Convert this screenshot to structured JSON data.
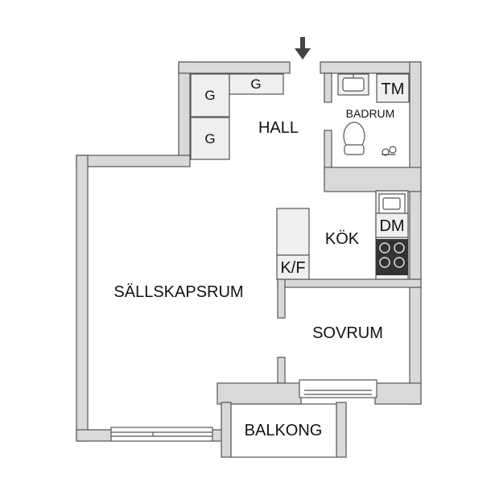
{
  "plan": {
    "rooms": {
      "hall": "HALL",
      "badrum": "BADRUM",
      "kok": "KÖK",
      "sallskapsrum": "SÄLLSKAPSRUM",
      "sovrum": "SOVRUM",
      "balkong": "BALKONG"
    },
    "fixtures": {
      "wardrobe_g1": "G",
      "wardrobe_g2": "G",
      "wardrobe_g3": "G",
      "washing_machine": "TM",
      "dishwasher": "DM",
      "fridge_freezer": "K/F"
    },
    "icons": {
      "entrance": "arrow-down-icon",
      "sink": "washbasin-icon",
      "toilet": "toilet-icon",
      "kitchen_sink": "kitchen-sink-icon",
      "stove": "stove-icon"
    },
    "colors": {
      "wall": "#d9d9d9",
      "fixture": "#efefef",
      "stroke": "#555555",
      "arrow": "#444444"
    }
  }
}
